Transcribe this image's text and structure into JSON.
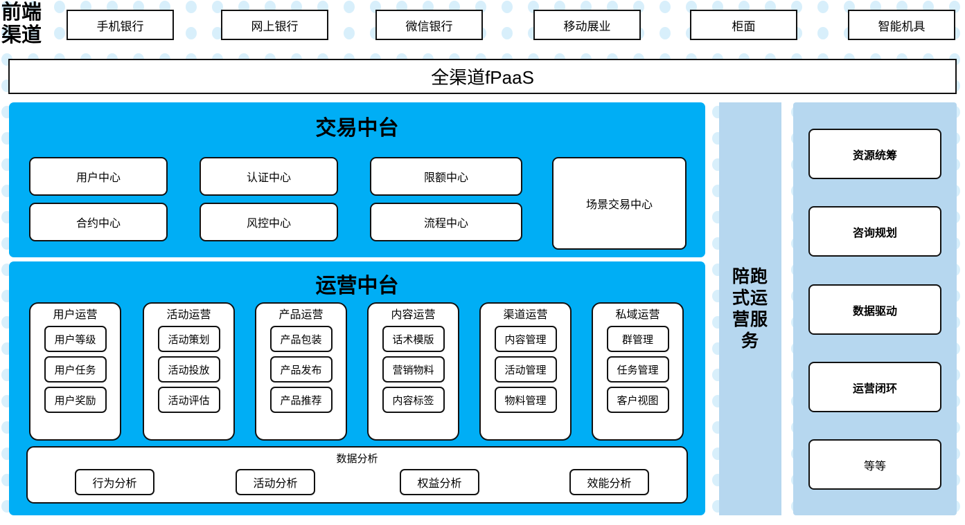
{
  "theme": {
    "cyan": "#00AEF5",
    "light_blue": "#B6D7EF",
    "dot_color": "#D6EEFA",
    "border": "#111111",
    "panel_white": "#FFFFFF"
  },
  "header": {
    "front_channel_label": "前端\n渠道",
    "front_channel_line1": "前端",
    "front_channel_line2": "渠道",
    "channels": [
      {
        "label": "手机银行"
      },
      {
        "label": "网上银行"
      },
      {
        "label": "微信银行"
      },
      {
        "label": "移动展业"
      },
      {
        "label": "柜面"
      },
      {
        "label": "智能机具"
      }
    ],
    "platform_bar": "全渠道fPaaS"
  },
  "trade_center": {
    "title": "交易中台",
    "items": [
      {
        "label": "用户中心"
      },
      {
        "label": "认证中心"
      },
      {
        "label": "限额中心"
      },
      {
        "label": "合约中心"
      },
      {
        "label": "风控中心"
      },
      {
        "label": "流程中心"
      }
    ],
    "scene_box": "场景交易中心"
  },
  "operation_center": {
    "title": "运营中台",
    "groups": [
      {
        "title": "用户运营",
        "items": [
          "用户等级",
          "用户任务",
          "用户奖励"
        ]
      },
      {
        "title": "活动运营",
        "items": [
          "活动策划",
          "活动投放",
          "活动评估"
        ]
      },
      {
        "title": "产品运营",
        "items": [
          "产品包装",
          "产品发布",
          "产品推荐"
        ]
      },
      {
        "title": "内容运营",
        "items": [
          "话术模版",
          "营销物料",
          "内容标签"
        ]
      },
      {
        "title": "渠道运营",
        "items": [
          "内容管理",
          "活动管理",
          "物料管理"
        ]
      },
      {
        "title": "私域运营",
        "items": [
          "群管理",
          "任务管理",
          "客户视图"
        ]
      }
    ],
    "data_analysis": {
      "title": "数据分析",
      "items": [
        "行为分析",
        "活动分析",
        "权益分析",
        "效能分析"
      ]
    }
  },
  "service_column": {
    "label": "陪跑式运营服务",
    "lines": [
      "陪跑",
      "式运",
      "营服",
      "务"
    ]
  },
  "capability_column": {
    "items": [
      {
        "label": "资源统筹",
        "bold": true
      },
      {
        "label": "咨询规划",
        "bold": true
      },
      {
        "label": "数据驱动",
        "bold": true
      },
      {
        "label": "运营闭环",
        "bold": true
      },
      {
        "label": "等等",
        "bold": false
      }
    ]
  }
}
